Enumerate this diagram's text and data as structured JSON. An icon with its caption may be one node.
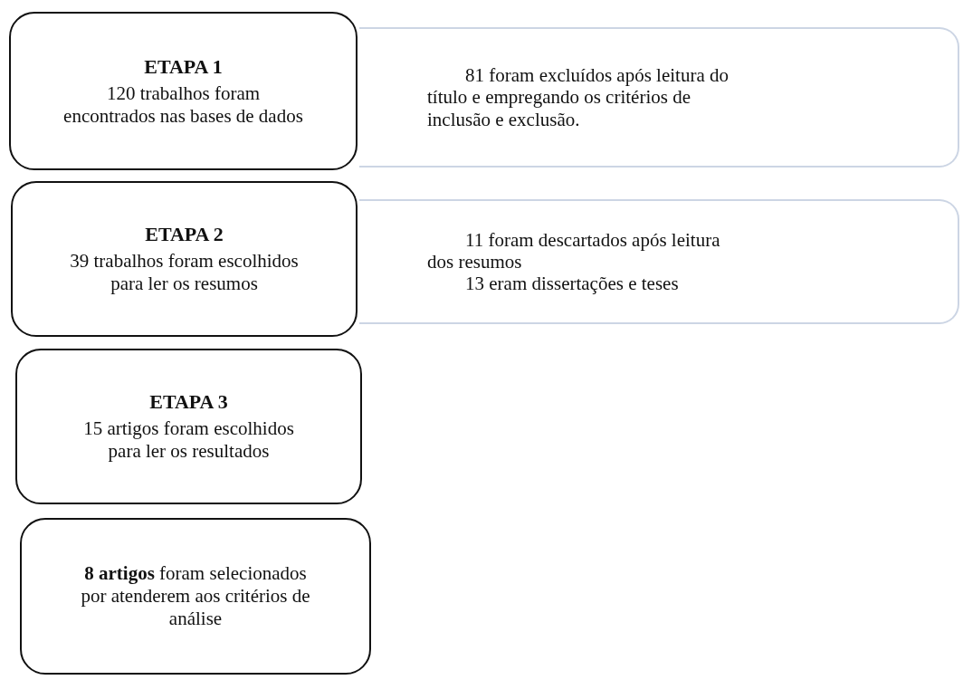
{
  "diagram": {
    "nodes": [
      {
        "text": [
          "ETAPA 1",
          "120 trabalhos foram encontrados nas bases de dados"
        ]
      },
      {
        "text": [
          "81 foram excluídos após leitura do título e empregando os critérios de inclusão e exclusão."
        ]
      },
      {
        "text": [
          "ETAPA 2",
          "39 trabalhos foram escolhidos para ler os resumos"
        ]
      },
      {
        "text": [
          "11 foram descartados após leitura dos resumos",
          "13 eram dissertações e teses"
        ]
      },
      {
        "text": [
          "ETAPA 3",
          "15 artigos foram escolhidos para ler os resultados"
        ]
      },
      {
        "text": [
          "**8 artigos** foram selecionados por atenderem aos critérios de análise"
        ]
      }
    ]
  }
}
